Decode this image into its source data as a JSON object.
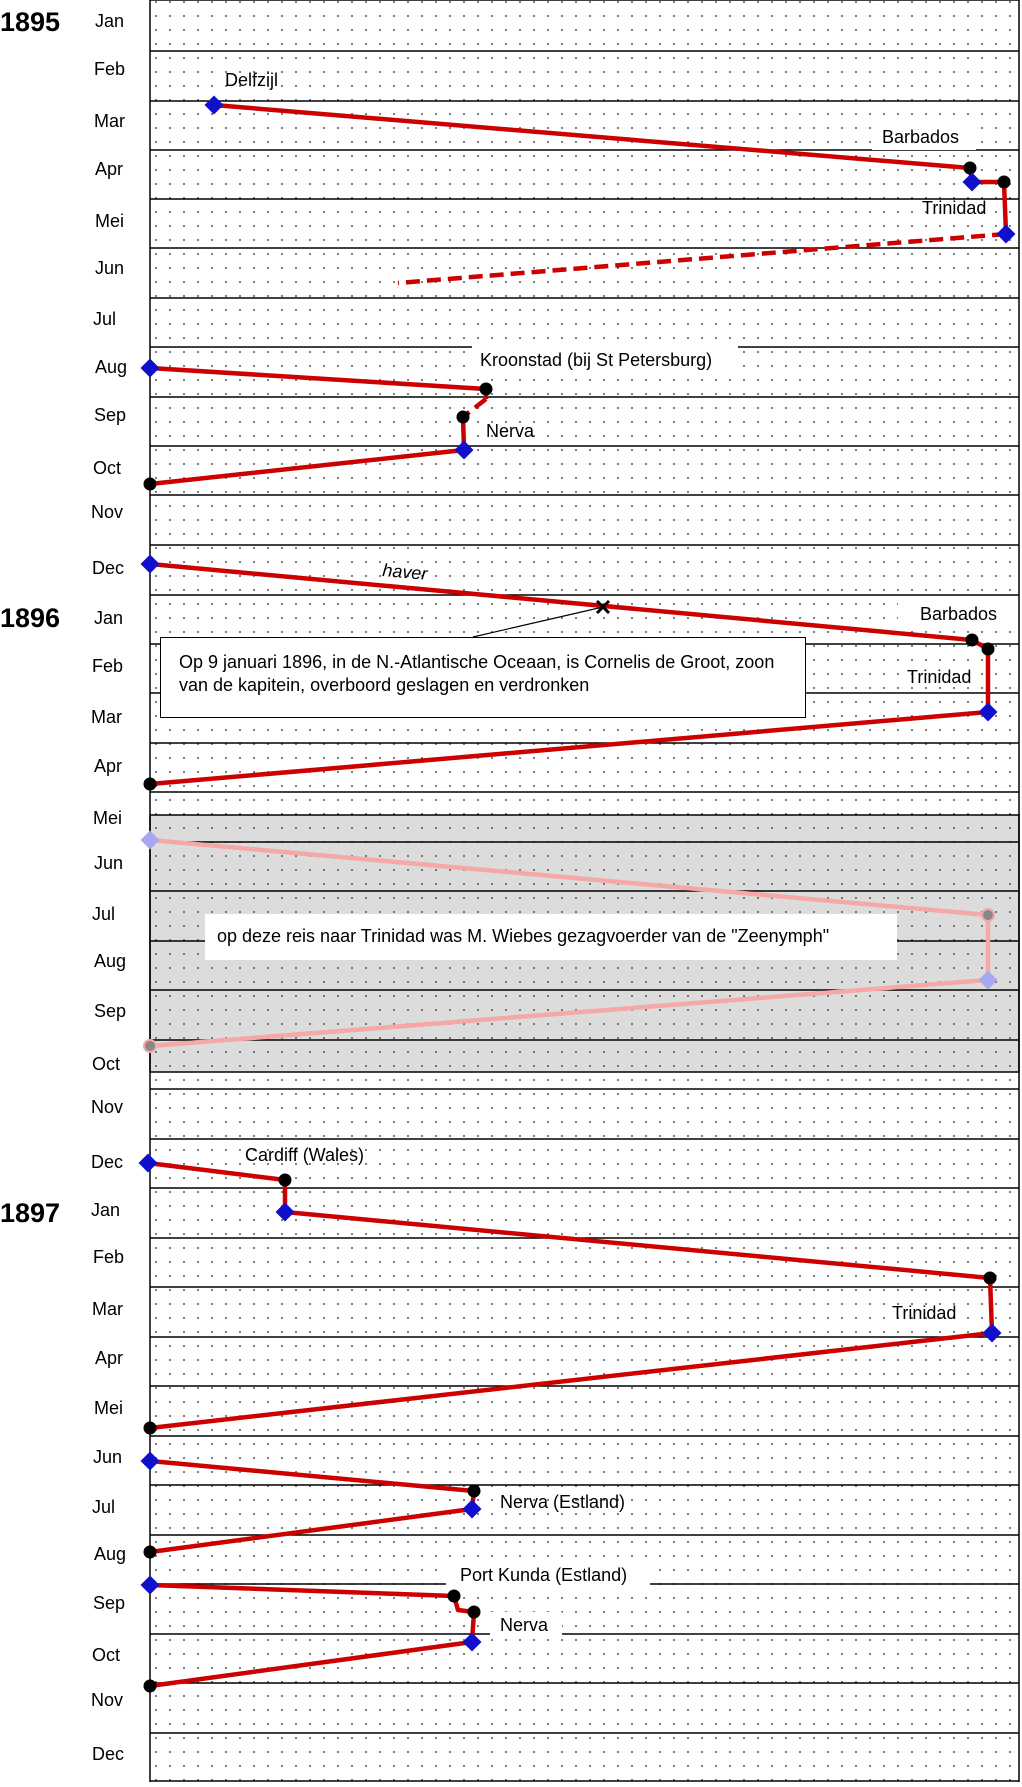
{
  "years": [
    {
      "label": "1895"
    },
    {
      "label": "1896"
    },
    {
      "label": "1897"
    }
  ],
  "months": [
    "Jan",
    "Feb",
    "Mar",
    "Apr",
    "Mei",
    "Jun",
    "Jul",
    "Aug",
    "Sep",
    "Oct",
    "Nov",
    "Dec",
    "Jan",
    "Feb",
    "Mar",
    "Apr",
    "Mei",
    "Jun",
    "Jul",
    "Aug",
    "Sep",
    "Oct",
    "Nov",
    "Dec",
    "Jan",
    "Feb",
    "Mar",
    "Apr",
    "Mei",
    "Jun",
    "Jul",
    "Aug",
    "Sep",
    "Oct",
    "Nov",
    "Dec"
  ],
  "places": {
    "delfzijl": "Delfzijl",
    "barbados_1895": "Barbados",
    "trinidad_1895": "Trinidad",
    "kroonstad": "Kroonstad (bij St Petersburg)",
    "nerva_1895": "Nerva",
    "haver": "haver",
    "barbados_1896": "Barbados",
    "trinidad_1896": "Trinidad",
    "cardiff": "Cardiff (Wales)",
    "trinidad_1897": "Trinidad",
    "nerva_estland": "Nerva (Estland)",
    "port_kunda": "Port Kunda (Estland)",
    "nerva_1897": "Nerva"
  },
  "notes": {
    "drowning": "Op 9 januari 1896, in de N.-Atlantische Oceaan, is Cornelis de Groot, zoon van de kapitein, overboord geslagen en verdronken",
    "zeenymph": "op deze reis naar Trinidad was M. Wiebes gezagvoerder van de \"Zeenymph\""
  },
  "colors": {
    "route": "#cc0000",
    "route_faded": "#f4a8a8",
    "arrival_marker": "#1010cc",
    "arrival_marker_faded": "#a8a8f0",
    "departure_marker": "#000000",
    "highlight_band": "#dcdcdc",
    "rule": "#000000",
    "dot_grid": "#555555"
  }
}
